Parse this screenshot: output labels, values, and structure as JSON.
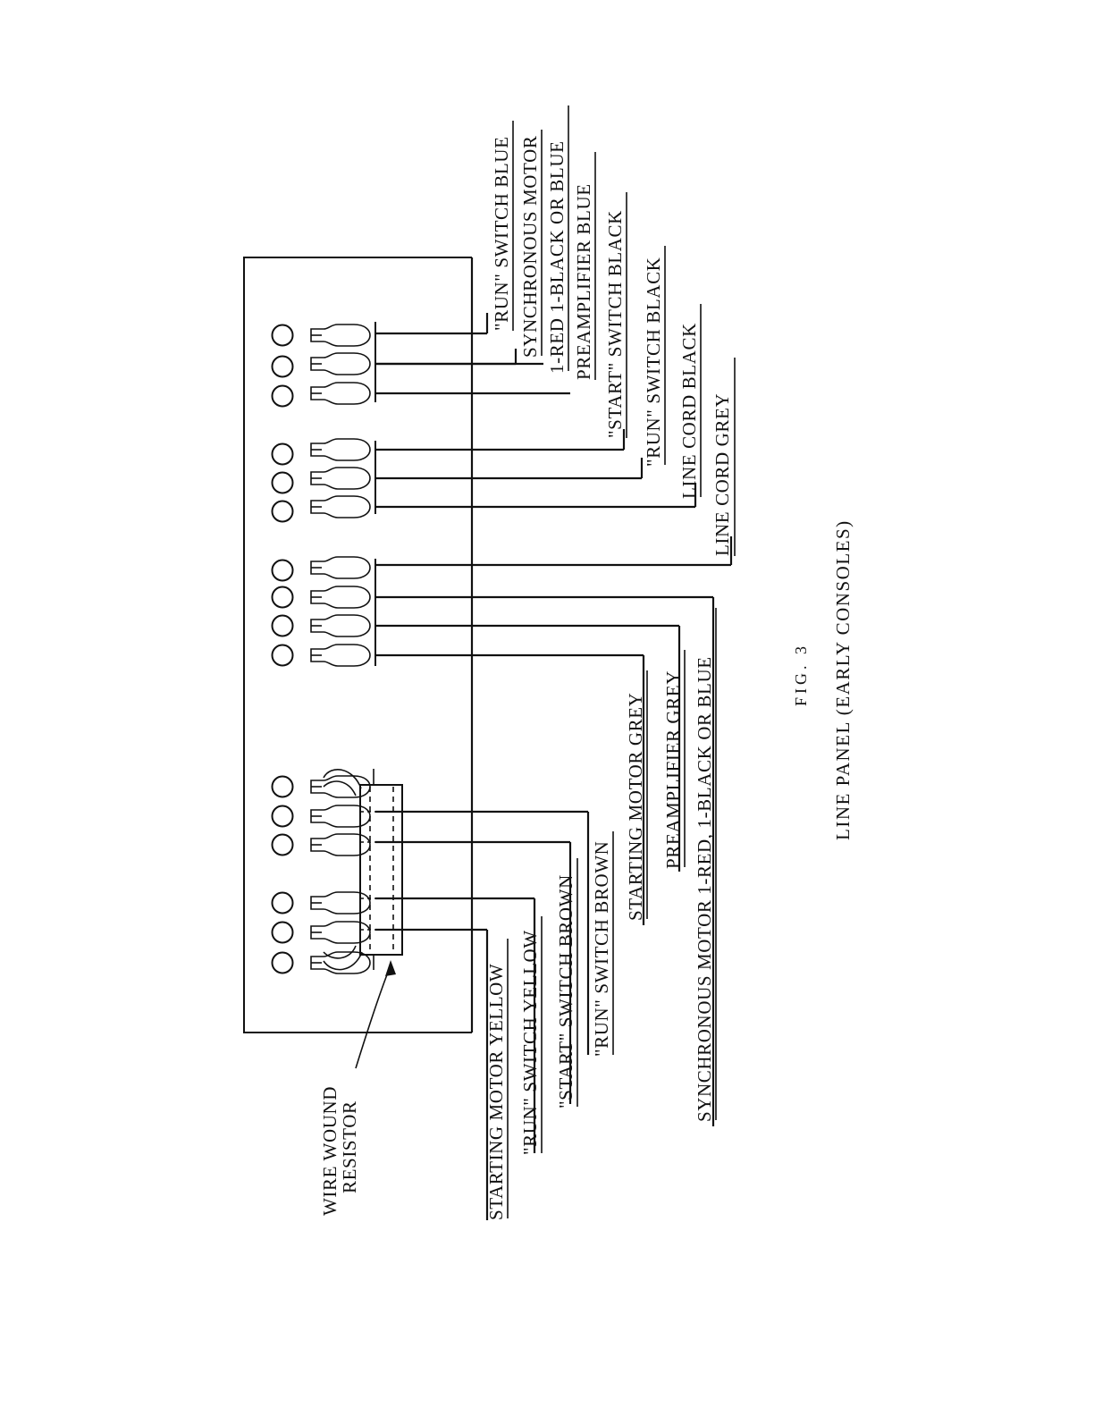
{
  "figure": {
    "number": "FIG. 3",
    "title": "LINE PANEL (EARLY CONSOLES)"
  },
  "resistor_label": [
    "WIRE WOUND",
    "RESISTOR"
  ],
  "top_labels": [
    "\"RUN\" SWITCH BLUE",
    "SYNCHRONOUS MOTOR",
    "1-RED  1-BLACK OR BLUE",
    "PREAMPLIFIER BLUE",
    "\"START\" SWITCH BLACK",
    "\"RUN\" SWITCH BLACK",
    "LINE CORD BLACK",
    "LINE CORD GREY"
  ],
  "middle_labels": [
    "STARTING MOTOR GREY",
    "PREAMPLIFIER GREY",
    "SYNCHRONOUS MOTOR 1-RED, 1-BLACK OR BLUE"
  ],
  "bottom_labels": [
    "STARTING MOTOR YELLOW",
    "\"RUN\" SWITCH YELLOW",
    "\"START\" SWITCH BROWN",
    "\"RUN\" SWITCH BROWN"
  ]
}
